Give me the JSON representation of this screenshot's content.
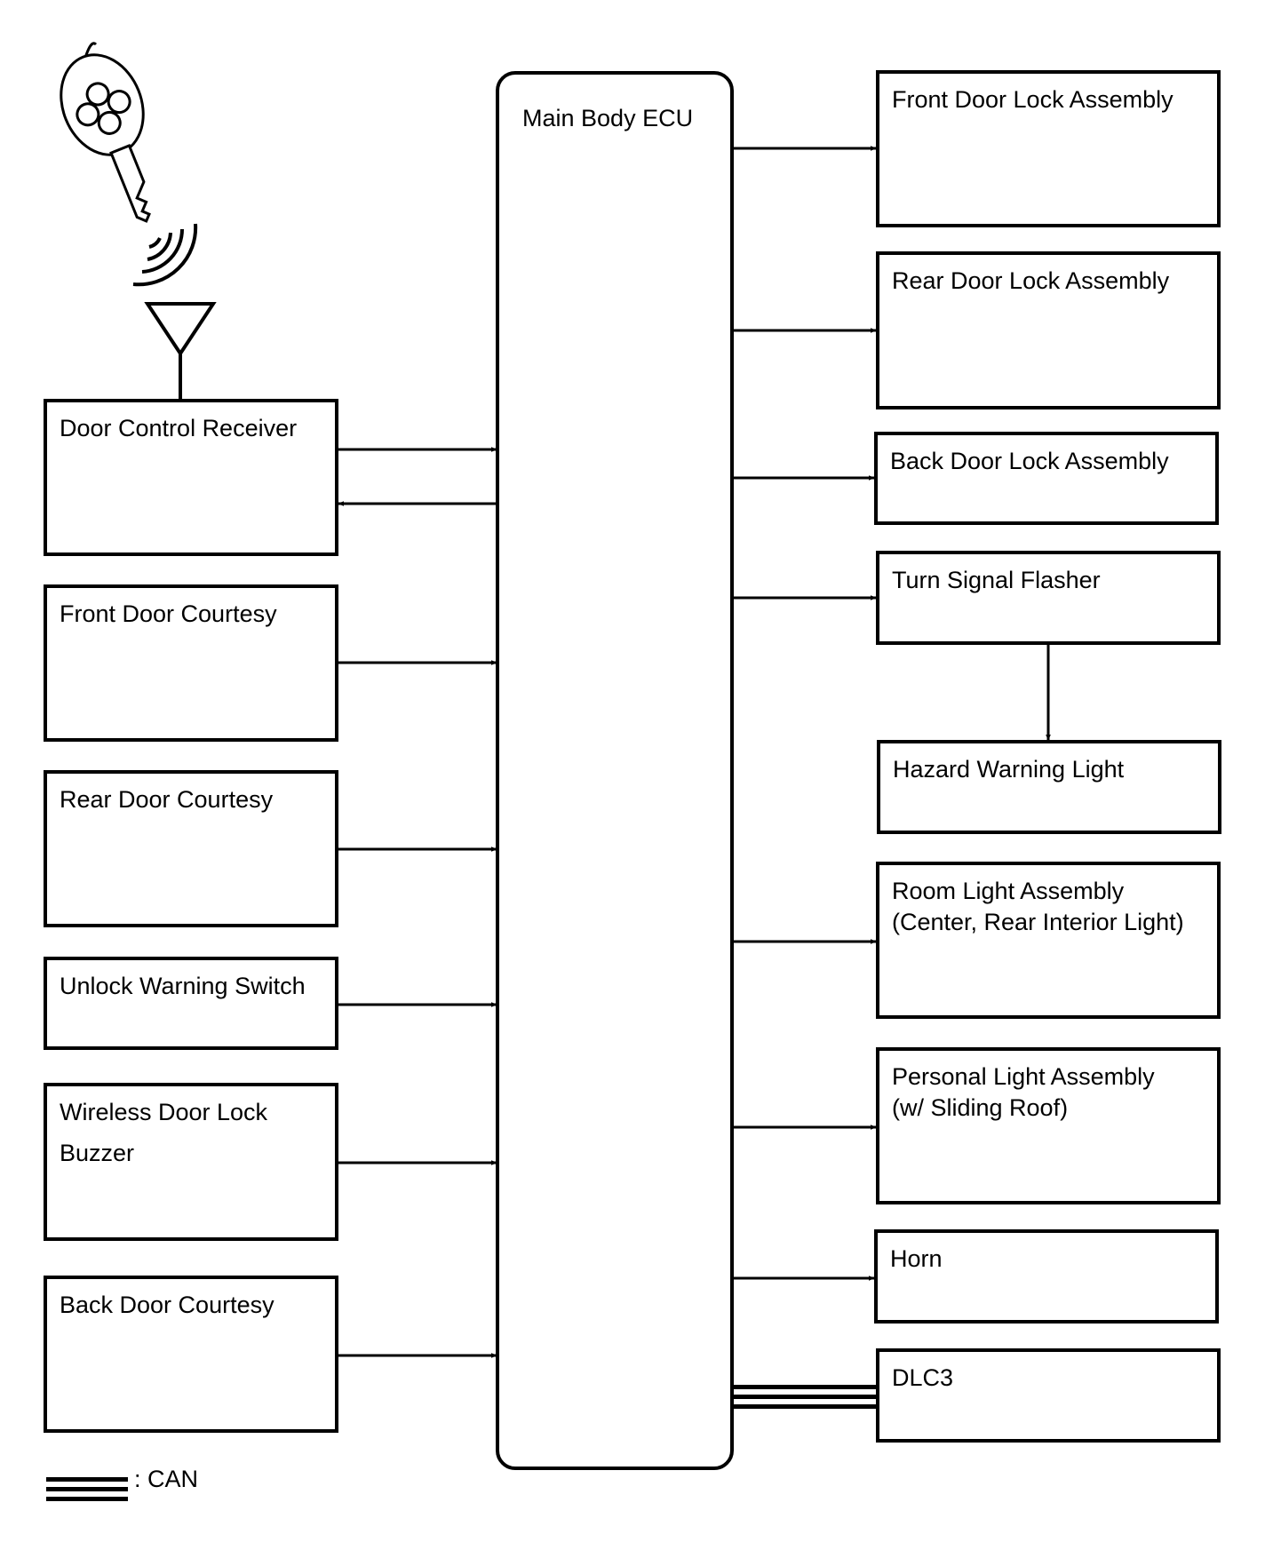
{
  "ecu": {
    "label": "Main Body ECU"
  },
  "inputs": [
    {
      "id": "door-control-receiver",
      "lines": [
        "Door Control Receiver"
      ],
      "bidirectional": true
    },
    {
      "id": "front-door-courtesy",
      "lines": [
        "Front Door Courtesy"
      ]
    },
    {
      "id": "rear-door-courtesy",
      "lines": [
        "Rear Door Courtesy"
      ]
    },
    {
      "id": "unlock-warning-switch",
      "lines": [
        "Unlock Warning Switch"
      ]
    },
    {
      "id": "wireless-door-lock-buzzer",
      "lines": [
        "Wireless Door Lock",
        "Buzzer"
      ]
    },
    {
      "id": "back-door-courtesy",
      "lines": [
        "Back Door Courtesy"
      ]
    }
  ],
  "outputs": [
    {
      "id": "front-door-lock-assembly",
      "lines": [
        "Front Door Lock Assembly"
      ]
    },
    {
      "id": "rear-door-lock-assembly",
      "lines": [
        "Rear Door Lock Assembly"
      ]
    },
    {
      "id": "back-door-lock-assembly",
      "lines": [
        "Back Door Lock Assembly"
      ]
    },
    {
      "id": "turn-signal-flasher",
      "lines": [
        "Turn Signal Flasher"
      ]
    },
    {
      "id": "hazard-warning-light",
      "lines": [
        "Hazard Warning Light"
      ],
      "fed_by": "turn-signal-flasher"
    },
    {
      "id": "room-light-assembly",
      "lines": [
        "Room Light Assembly",
        "(Center, Rear Interior Light)"
      ]
    },
    {
      "id": "personal-light-assembly",
      "lines": [
        "Personal Light Assembly",
        "(w/ Sliding Roof)"
      ]
    },
    {
      "id": "horn",
      "lines": [
        "Horn"
      ]
    },
    {
      "id": "dlc3",
      "lines": [
        "DLC3"
      ],
      "connection": "CAN"
    }
  ],
  "legend": {
    "label": ": CAN"
  },
  "icons": {
    "key": "key-fob-icon",
    "signal": "radio-waves-icon",
    "antenna": "antenna-icon"
  }
}
